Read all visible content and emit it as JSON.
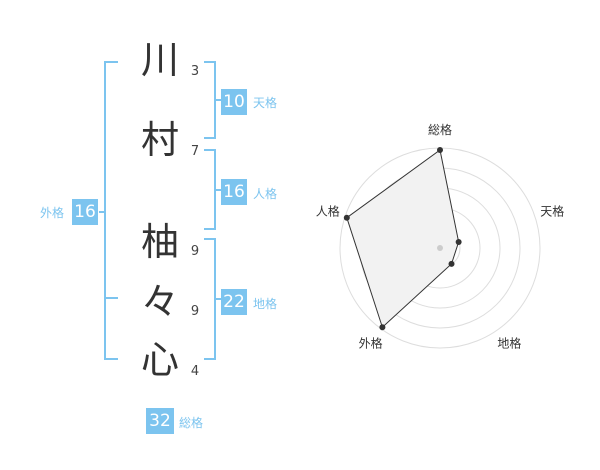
{
  "name_chars": [
    {
      "char": "川",
      "strokes": "3"
    },
    {
      "char": "村",
      "strokes": "7"
    },
    {
      "char": "柚",
      "strokes": "9"
    },
    {
      "char": "々",
      "strokes": "9"
    },
    {
      "char": "心",
      "strokes": "4"
    }
  ],
  "kaku": {
    "tenkaku": {
      "value": "10",
      "label": "天格"
    },
    "jinkaku": {
      "value": "16",
      "label": "人格"
    },
    "chikaku": {
      "value": "22",
      "label": "地格"
    },
    "gaikaku": {
      "value": "16",
      "label": "外格"
    },
    "soukaku": {
      "value": "32",
      "label": "総格"
    }
  },
  "chart_data": {
    "type": "radar",
    "axes": [
      "総格",
      "天格",
      "地格",
      "外格",
      "人格"
    ],
    "values": [
      5,
      1,
      1,
      5,
      5
    ],
    "scale_max": 5,
    "rings": 5,
    "colors": {
      "fill": "#f2f2f2",
      "stroke": "#333333",
      "ring": "#dddddd",
      "point": "#333333",
      "center": "#cccccc"
    }
  },
  "colors": {
    "accent": "#7cc4ef"
  }
}
